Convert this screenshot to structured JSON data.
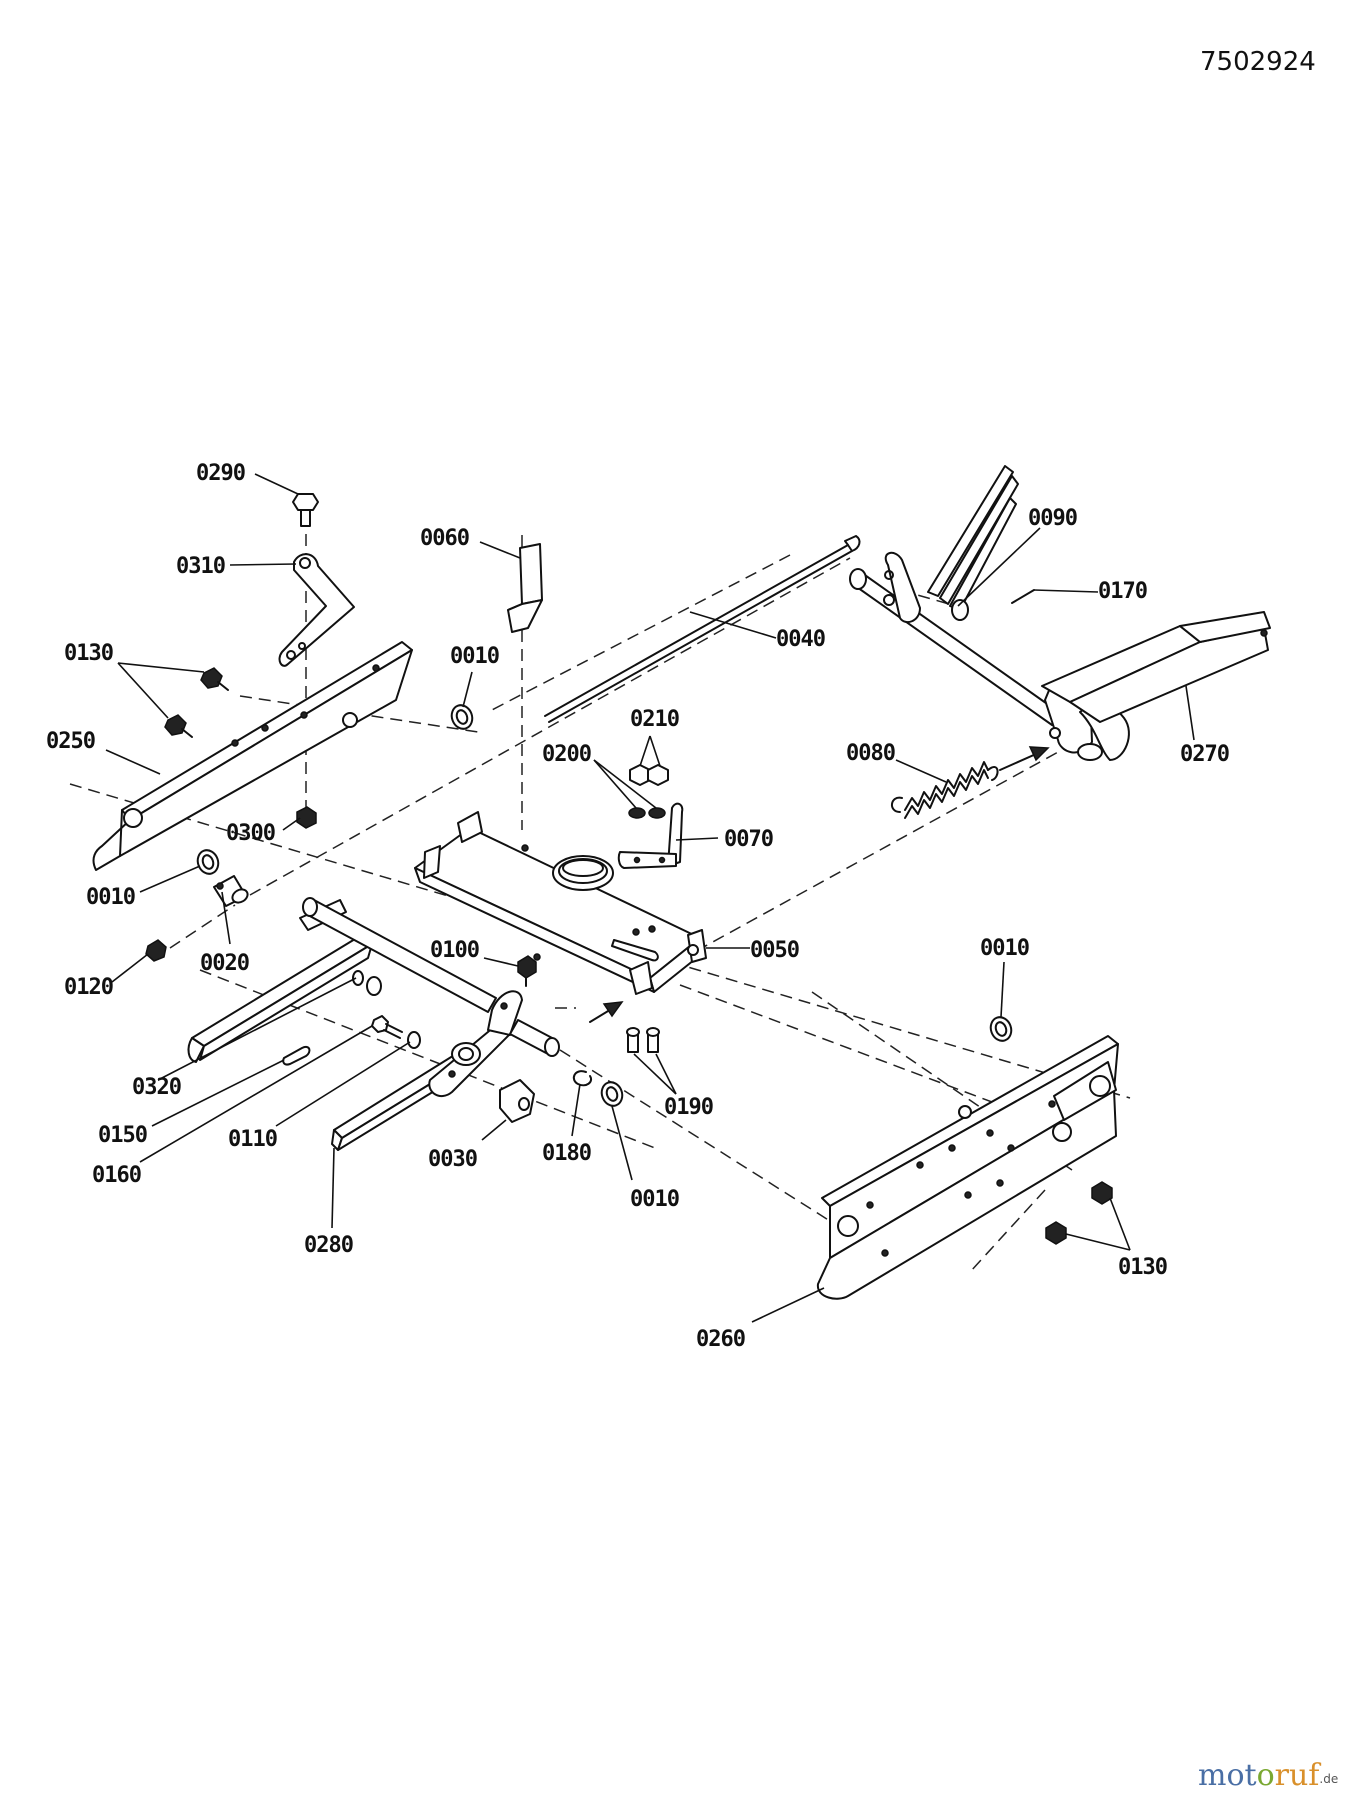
{
  "document": {
    "number": "7502924"
  },
  "watermark": {
    "part1": "mot",
    "part2": "o",
    "part3": "ruf",
    "suffix": ".de"
  },
  "callouts": {
    "c0290": "0290",
    "c0310": "0310",
    "c0060": "0060",
    "c0090": "0090",
    "c0170": "0170",
    "c0130a": "0130",
    "c0010a": "0010",
    "c0040": "0040",
    "c0250": "0250",
    "c0210": "0210",
    "c0200": "0200",
    "c0080": "0080",
    "c0270": "0270",
    "c0300": "0300",
    "c0070": "0070",
    "c0010b": "0010",
    "c0020": "0020",
    "c0100": "0100",
    "c0050": "0050",
    "c0010c": "0010",
    "c0120": "0120",
    "c0320": "0320",
    "c0150": "0150",
    "c0110": "0110",
    "c0160": "0160",
    "c0030": "0030",
    "c0180": "0180",
    "c0190": "0190",
    "c0010d": "0010",
    "c0280": "0280",
    "c0130b": "0130",
    "c0260": "0260"
  }
}
